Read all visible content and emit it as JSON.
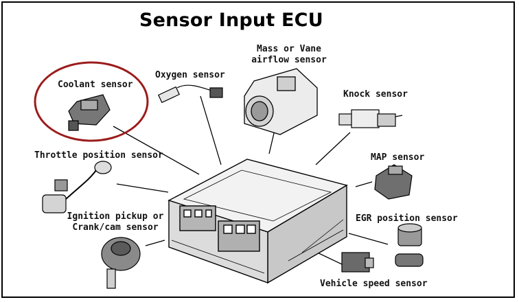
{
  "title": "Sensor Input ECU",
  "labels": {
    "coolant": "Coolant sensor",
    "oxygen": "Oxygen sensor",
    "maf_line1": "Mass or Vane",
    "maf_line2": "airflow sensor",
    "knock": "Knock sensor",
    "throttle": "Throttle position sensor",
    "map": "MAP sensor",
    "ignition_line1": "Ignition pickup or",
    "ignition_line2": "Crank/cam sensor",
    "egr": "EGR position sensor",
    "vss": "Vehicle speed sensor"
  },
  "colors": {
    "highlight_ring": "#9b1c1c",
    "line": "#000000"
  },
  "highlighted": "coolant"
}
